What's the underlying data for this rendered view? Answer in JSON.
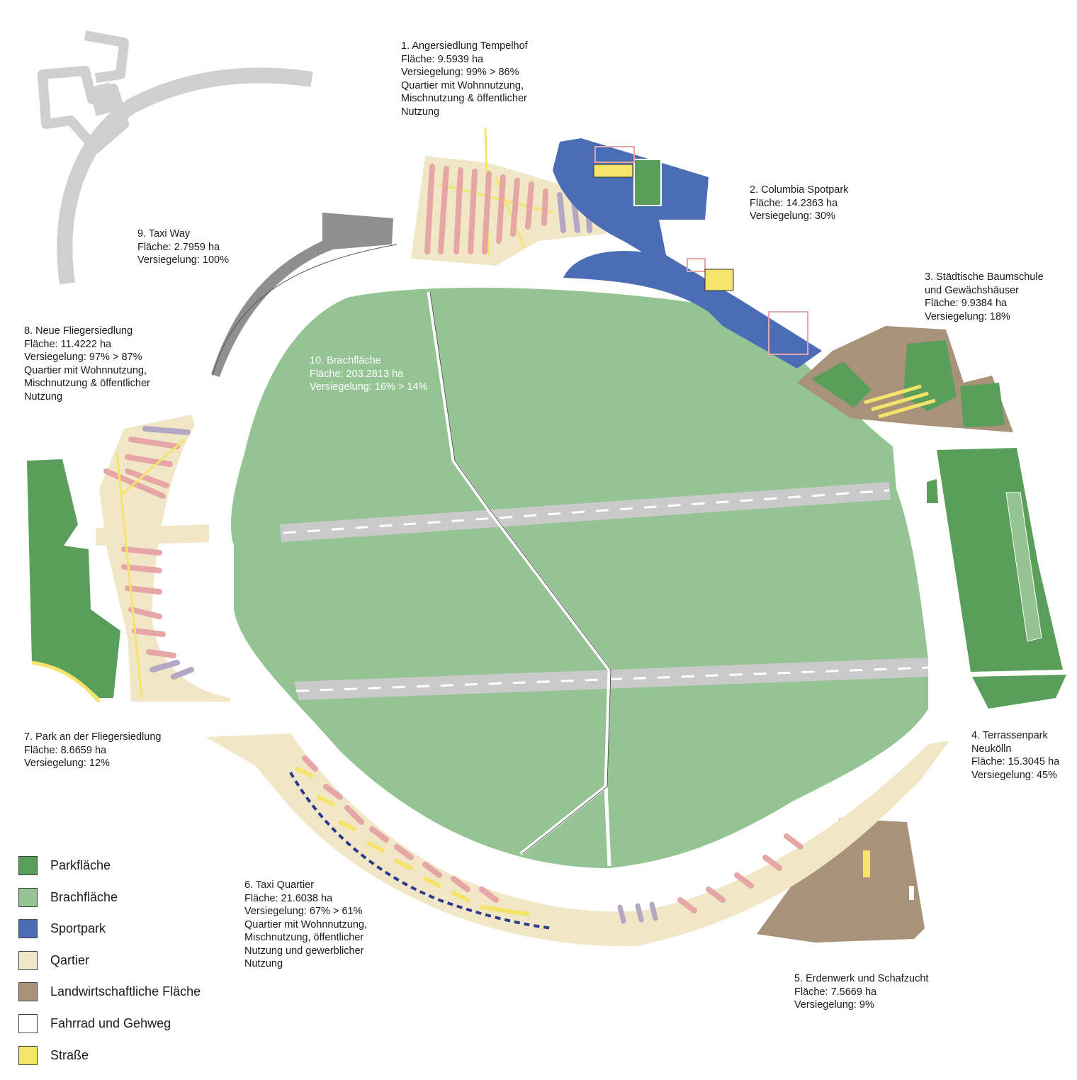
{
  "colors": {
    "park": "#5a9e5c",
    "brach": "#94c394",
    "sport": "#4b6db5",
    "quartier": "#f1e6c6",
    "landwirtschaft": "#a8927a",
    "weg": "#ffffff",
    "strasse": "#f5e46a",
    "runway": "#cacaca",
    "taxiway": "#8f8f8f",
    "terminal": "#cfcfcf",
    "building_pink": "#e6a6a6",
    "building_purple": "#b3a7c4"
  },
  "areas": [
    {
      "id": "1",
      "lines": [
        "1.   Angersiedlung Tempelhof",
        "Fläche: 9.5939 ha",
        "Versiegelung: 99% > 86%",
        "Quartier mit Wohnnutzung,",
        "Mischnutzung & öffentlicher",
        "Nutzung"
      ]
    },
    {
      "id": "2",
      "lines": [
        "2. Columbia Spotpark",
        "Fläche: 14.2363 ha",
        "Versiegelung: 30%"
      ]
    },
    {
      "id": "3",
      "lines": [
        "3. Städtische Baumschule",
        "und Gewächshäuser",
        "Fläche: 9.9384 ha",
        "Versiegelung: 18%"
      ]
    },
    {
      "id": "4",
      "lines": [
        "4. Terrassenpark",
        "Neukölln",
        "Fläche: 15.3045 ha",
        "Versiegelung: 45%"
      ]
    },
    {
      "id": "5",
      "lines": [
        "5. Erdenwerk und Schafzucht",
        "Fläche: 7.5669 ha",
        "Versiegelung: 9%"
      ]
    },
    {
      "id": "6",
      "lines": [
        "6. Taxi Quartier",
        "Fläche: 21.6038 ha",
        "Versiegelung: 67% > 61%",
        "Quartier mit Wohnnutzung,",
        "Mischnutzung, öffentlicher",
        "Nutzung und gewerblicher",
        "Nutzung"
      ]
    },
    {
      "id": "7",
      "lines": [
        "7. Park an der Fliegersiedlung",
        "Fläche: 8.6659 ha",
        "Versiegelung: 12%"
      ]
    },
    {
      "id": "8",
      "lines": [
        "8. Neue Fliegersiedlung",
        "Fläche: 11.4222 ha",
        "Versiegelung: 97% > 87%",
        "Quartier mit Wohnnutzung,",
        "Mischnutzung & öffentlicher",
        "Nutzung"
      ]
    },
    {
      "id": "9",
      "lines": [
        "9. Taxi Way",
        "Fläche: 2.7959 ha",
        "Versiegelung: 100%"
      ]
    },
    {
      "id": "10",
      "lines": [
        "10. Brachfläche",
        "Fläche: 203.2813 ha",
        "Versiegelung: 16% > 14%"
      ]
    }
  ],
  "legend": [
    {
      "label": "Parkfläche",
      "color": "#5a9e5c"
    },
    {
      "label": "Brachfläche",
      "color": "#94c394"
    },
    {
      "label": "Sportpark",
      "color": "#4b6db5"
    },
    {
      "label": "Qartier",
      "color": "#f1e6c6"
    },
    {
      "label": "Landwirtschaftliche Fläche",
      "color": "#a8927a"
    },
    {
      "label": "Fahrrad und Gehweg",
      "color": "#ffffff"
    },
    {
      "label": "Straße",
      "color": "#f5e46a"
    }
  ]
}
